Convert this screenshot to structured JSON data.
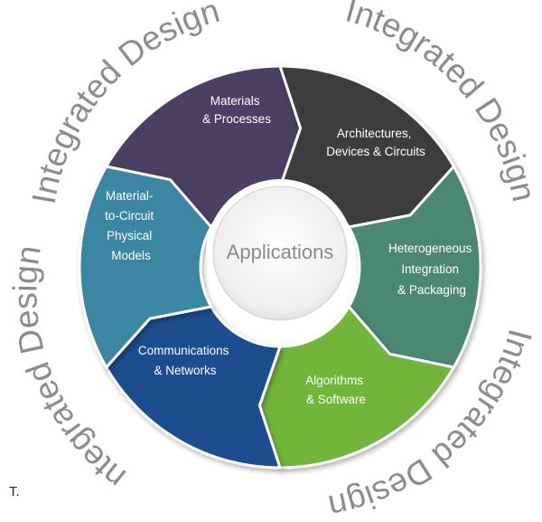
{
  "center": {
    "label": "Applications"
  },
  "outer_labels": [
    "Integrated Design",
    "Integrated Design",
    "Integrated Design",
    "Integrated Design"
  ],
  "segments": [
    {
      "lines": [
        "Materials",
        "& Processes"
      ],
      "color": "#4a3f63"
    },
    {
      "lines": [
        "Architectures,",
        "Devices & Circuits"
      ],
      "color": "#3c3c41"
    },
    {
      "lines": [
        "Heterogeneous",
        "Integration",
        "& Packaging"
      ],
      "color": "#4b8873"
    },
    {
      "lines": [
        "Algorithms",
        "& Software"
      ],
      "color": "#72b53a"
    },
    {
      "lines": [
        "Communications",
        "& Networks"
      ],
      "color": "#1d4d8e"
    },
    {
      "lines": [
        "Material-",
        "to-Circuit",
        "Physical",
        "Models"
      ],
      "color": "#3a86a3"
    }
  ],
  "footnote": "T."
}
